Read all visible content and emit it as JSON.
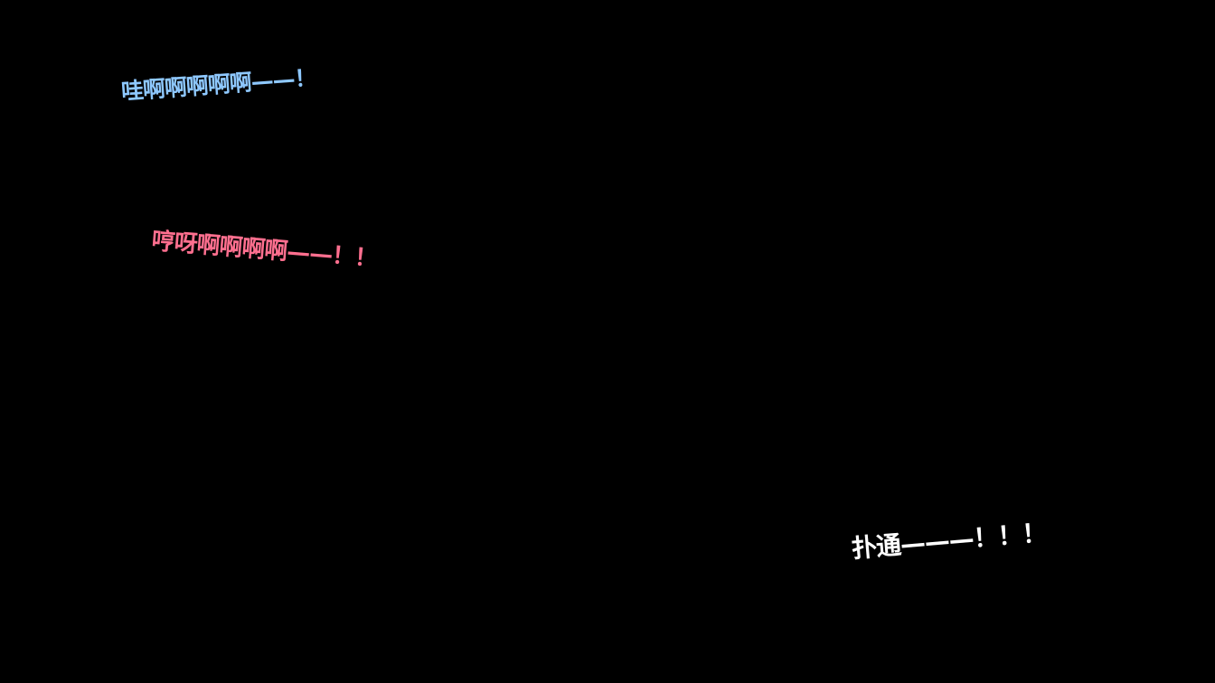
{
  "scene": {
    "background_color": "#000000",
    "sound_effects": [
      {
        "text": "哇啊啊啊啊啊——！",
        "color": "#8ec8ff"
      },
      {
        "text": "哼呀啊啊啊啊——！！",
        "color": "#ff6f8f"
      },
      {
        "text": "扑通———！！！",
        "color": "#ffffff"
      }
    ]
  }
}
